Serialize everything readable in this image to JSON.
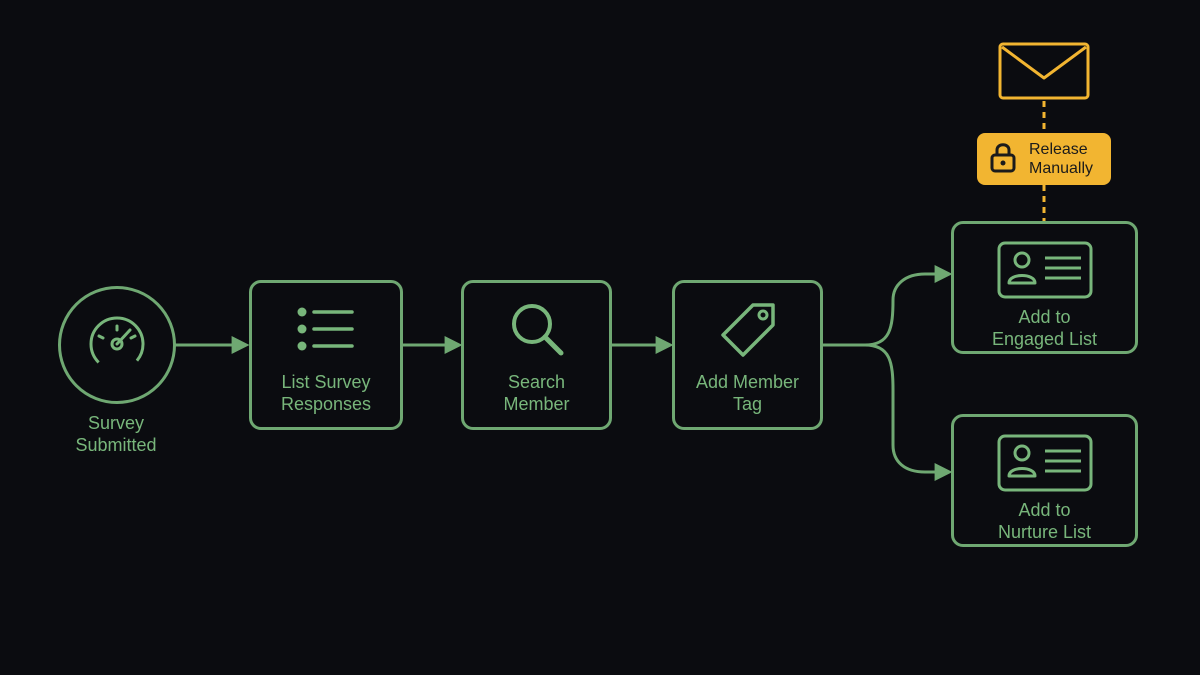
{
  "nodes": {
    "trigger": {
      "line1": "Survey",
      "line2": "Submitted",
      "icon": "speedometer-icon"
    },
    "list_responses": {
      "line1": "List Survey",
      "line2": "Responses",
      "icon": "list-icon"
    },
    "search_member": {
      "line1": "Search",
      "line2": "Member",
      "icon": "magnifier-icon"
    },
    "add_tag": {
      "line1": "Add Member",
      "line2": "Tag",
      "icon": "tag-icon"
    },
    "engaged": {
      "line1": "Add to",
      "line2": "Engaged List",
      "icon": "contact-card-icon"
    },
    "nurture": {
      "line1": "Add to",
      "line2": "Nurture List",
      "icon": "contact-card-icon"
    }
  },
  "gate": {
    "line1": "Release",
    "line2": "Manually",
    "icon": "lock-icon"
  },
  "output": {
    "icon": "envelope-icon"
  },
  "colors": {
    "background": "#0b0c10",
    "node": "#6fa872",
    "gate": "#f2b531"
  }
}
